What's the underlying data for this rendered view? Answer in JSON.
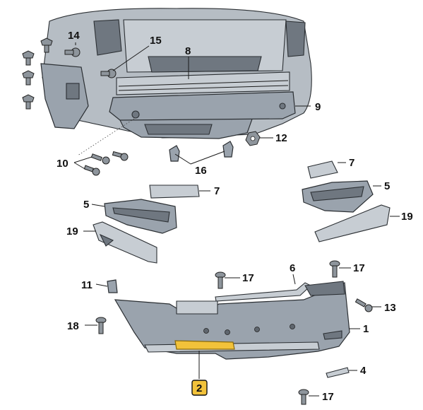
{
  "callouts": {
    "c1": "1",
    "c2": "2",
    "c4": "4",
    "c5a": "5",
    "c5b": "5",
    "c6": "6",
    "c7a": "7",
    "c7b": "7",
    "c8": "8",
    "c9": "9",
    "c10": "10",
    "c11": "11",
    "c12": "12",
    "c13": "13",
    "c14": "14",
    "c15": "15",
    "c16": "16",
    "c17a": "17",
    "c17b": "17",
    "c17c": "17",
    "c18": "18",
    "c19a": "19",
    "c19b": "19"
  },
  "highlight": {
    "part_number": "2",
    "color": "#f2c23a"
  }
}
